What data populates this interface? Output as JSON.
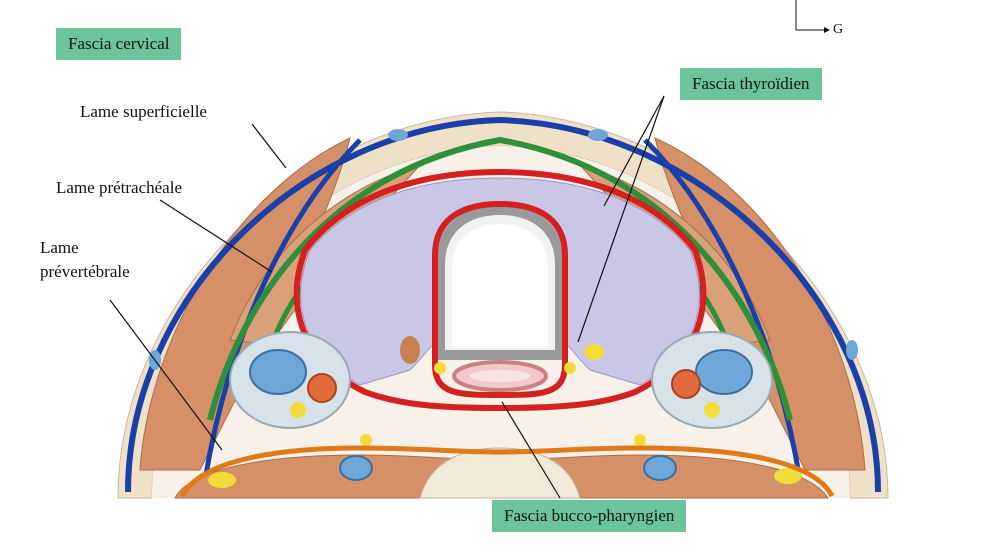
{
  "title_box": {
    "text": "Fascia cervical"
  },
  "labels": {
    "superficielle": "Lame superficielle",
    "pretracheale": "Lame prétrachéale",
    "prevertebrale_1": "Lame",
    "prevertebrale_2": "prévertébrale",
    "thyroidien": "Fascia thyroïdien",
    "bucco": "Fascia bucco-pharyngien"
  },
  "orientation": {
    "axis_label": "G"
  },
  "colors": {
    "box_fill": "#6cc49a",
    "skin": "#efe0c8",
    "muscle": "#d59068",
    "superficial_fascia": "#1a3fa8",
    "pretracheal_fascia": "#2f8f3a",
    "thyroid_fascia": "#d42020",
    "prevertebral_fascia": "#e07a18",
    "thyroid_gland": "#c9c6e6",
    "vessel_blue": "#6fa6d8",
    "vessel_red": "#e06a3a",
    "nerve_yellow": "#f2dc3a"
  }
}
